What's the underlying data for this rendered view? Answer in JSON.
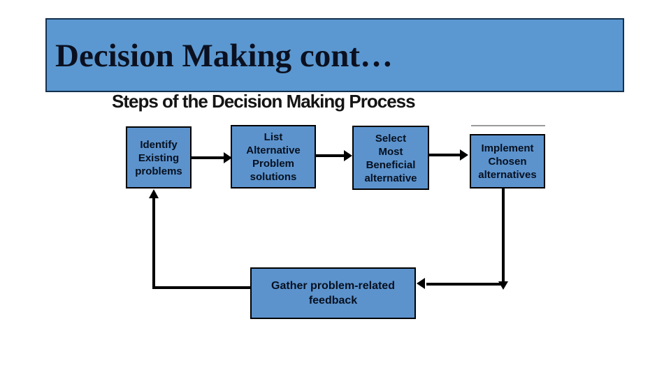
{
  "slide": {
    "title": "Decision Making cont…",
    "subtitle": "Steps of the Decision Making Process"
  },
  "flow": {
    "boxes": {
      "identify": {
        "lines": [
          "Identify",
          "Existing",
          "problems"
        ]
      },
      "list_alt": {
        "lines": [
          "List",
          "Alternative",
          "Problem",
          "solutions"
        ]
      },
      "select": {
        "lines": [
          "Select",
          "Most",
          "Beneficial",
          "alternative"
        ]
      },
      "implement": {
        "lines": [
          "Implement",
          "Chosen",
          "alternatives"
        ]
      },
      "feedback": {
        "lines": [
          "Gather problem-related",
          "feedback"
        ]
      }
    },
    "edges": [
      {
        "from": "identify",
        "to": "list_alt",
        "direction": "right"
      },
      {
        "from": "list_alt",
        "to": "select",
        "direction": "right"
      },
      {
        "from": "select",
        "to": "implement",
        "direction": "right"
      },
      {
        "from": "implement",
        "to": "feedback",
        "direction": "down-left"
      },
      {
        "from": "feedback",
        "to": "identify",
        "direction": "left-up"
      }
    ]
  },
  "colors": {
    "band_fill": "#5b98d1",
    "band_border": "#13304f",
    "box_fill": "#5c93cd",
    "box_border": "#000000",
    "arrow": "#000000",
    "title_text": "#0b1020",
    "subtitle_text": "#141414",
    "box_text": "#06101f",
    "background": "#ffffff"
  }
}
